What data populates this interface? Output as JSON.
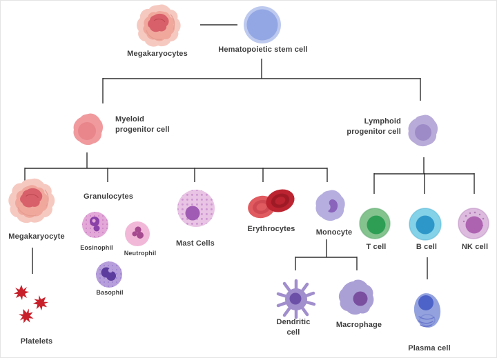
{
  "diagram": {
    "arrow_color": "#2e2e2e",
    "text_color": "#3e3e3e",
    "background": "#ffffff"
  },
  "nodes": {
    "hematopoietic_stem_cell": {
      "label": "Hematopoietic stem cell",
      "body": "#93a7e4",
      "rim": "#bdc9ee"
    },
    "megakaryocytes_top": {
      "label": "Megakaryocytes"
    },
    "megakaryocyte": {
      "label": "Megakaryocyte",
      "outer": "#f6c9c0",
      "mid": "#f0a89d",
      "inner": "#d8606a"
    },
    "myeloid_progenitor": {
      "label_line1": "Myeloid",
      "label_line2": "progenitor cell",
      "body": "#f09a9e",
      "nucleus": "#e8868c"
    },
    "lymphoid_progenitor": {
      "label_line1": "Lymphoid",
      "label_line2": "progenitor cell",
      "body": "#b8abd9",
      "nucleus": "#9d8bc7"
    },
    "granulocytes": {
      "label": "Granulocytes"
    },
    "eosinophil": {
      "label": "Eosinophil",
      "body": "#e3a8d8",
      "nucleus": "#8a41a8",
      "speckle": "#c97fc0"
    },
    "neutrophil": {
      "label": "Neutrophil",
      "body": "#f2b8d8",
      "nucleus": "#a64a90"
    },
    "basophil": {
      "label": "Basophil",
      "body": "#b79fdb",
      "nucleus": "#5c3d9e",
      "speckle": "#9a7fce"
    },
    "mast_cells": {
      "label": "Mast Cells",
      "body": "#e9c4e4",
      "nucleus": "#a05cb4",
      "speckle": "#c98fcf"
    },
    "erythrocytes": {
      "label": "Erythrocytes",
      "left_body": "#e05b60",
      "left_inner": "#cf4953",
      "right_body": "#bb2430",
      "right_inner": "#9e1b26"
    },
    "monocyte": {
      "label": "Monocyte",
      "body": "#b5aedf",
      "nucleus": "#8a64ba"
    },
    "dendritic_cell": {
      "label_line1": "Dendritic",
      "label_line2": "cell",
      "body": "#a18ecc",
      "nucleus": "#6c50a8"
    },
    "macrophage": {
      "label": "Macrophage",
      "body": "#aba0d6",
      "nucleus": "#7a4fa0"
    },
    "t_cell": {
      "label": "T cell",
      "body": "#84c28e",
      "nucleus": "#2e9e55"
    },
    "b_cell": {
      "label": "B cell",
      "body": "#83d2e8",
      "nucleus": "#2e97c9"
    },
    "nk_cell": {
      "label": "NK cell",
      "body": "#dcbbdf",
      "nucleus": "#ae63b1",
      "speckle": "#b27bb5"
    },
    "plasma_cell": {
      "label": "Plasma cell",
      "body": "#93a2de",
      "nucleus": "#4e63c8",
      "striation": "#6b77cc"
    },
    "platelets": {
      "label": "Platelets",
      "color": "#c8202a"
    }
  }
}
